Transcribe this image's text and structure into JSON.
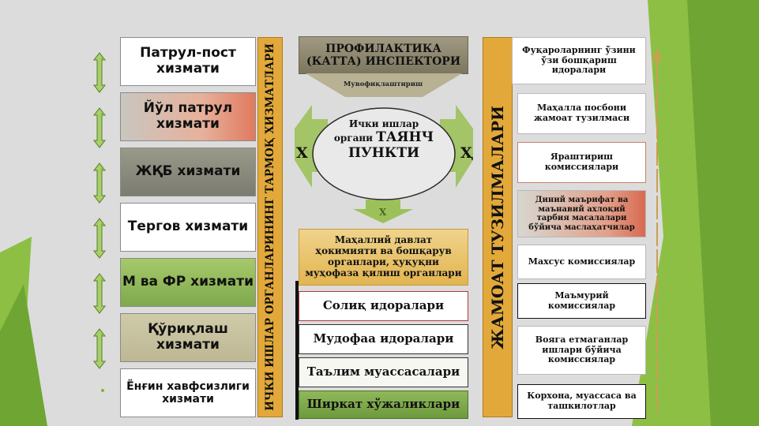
{
  "left_items": [
    {
      "label": "Патрул-пост хизмати",
      "style": "w"
    },
    {
      "label": "Йўл патрул хизмати",
      "style": "red"
    },
    {
      "label": "ЖҚБ хизмати",
      "style": "gray"
    },
    {
      "label": "Тергов хизмати",
      "style": "w"
    },
    {
      "label": "М ва ФР хизмати",
      "style": "green"
    },
    {
      "label": "Қўриқлаш хизмати",
      "style": "tan"
    },
    {
      "label": "Ёнғин хавфсизлиги хизмати",
      "style": "w"
    }
  ],
  "left_bar": "ИЧКИ ИШЛАР ОРГАНЛАРИНИНГ ТАРМОҚ ХИЗМАТЛАРИ",
  "center_top": "ПРОФИЛАКТИКА (КАТТА) ИНСПЕКТОРИ",
  "coordination": "Мувофиқлаштириш",
  "center_oval_line1": "Ички ишлар",
  "center_oval_line2": "органи",
  "center_oval_main1": "ТАЯНЧ",
  "center_oval_main2": "ПУНКТИ",
  "arrow_marks": {
    "left": "Х",
    "right": "Ҳ",
    "down": "Х"
  },
  "center_gov": "Маҳаллий давлат ҳокимияти ва бошқарув органлари, ҳуқуқни муҳофаза қилиш органлари",
  "center_items": [
    {
      "label": "Солиқ идоралари"
    },
    {
      "label": "Мудофаа идоралари"
    },
    {
      "label": "Таълим муассасалари"
    },
    {
      "label": "Ширкат хўжаликлари"
    }
  ],
  "right_bar": "ЖАМОАТ ТУЗИЛМАЛАРИ",
  "right_items": [
    {
      "label": "Фуқароларнинг ўзини ўзи бошқариш идоралари"
    },
    {
      "label": "Маҳалла посбони жамоат тузилмаси"
    },
    {
      "label": "Яраштириш комиссиялари"
    },
    {
      "label": "Диний маърифат ва маънавий ахлоқий тарбия масалалари бўйича маслаҳатчилар"
    },
    {
      "label": "Махсус комиссиялар"
    },
    {
      "label": "Маъмурий комиссиялар"
    },
    {
      "label": "Вояга етмаганлар ишлари бўйича комиссиялар"
    },
    {
      "label": "Корхона, муассаса ва ташкилотлар"
    }
  ],
  "colors": {
    "green_bg": "#7fb23a",
    "orange_bar": "#e2a93a",
    "gold_box": "#e8c46a"
  }
}
